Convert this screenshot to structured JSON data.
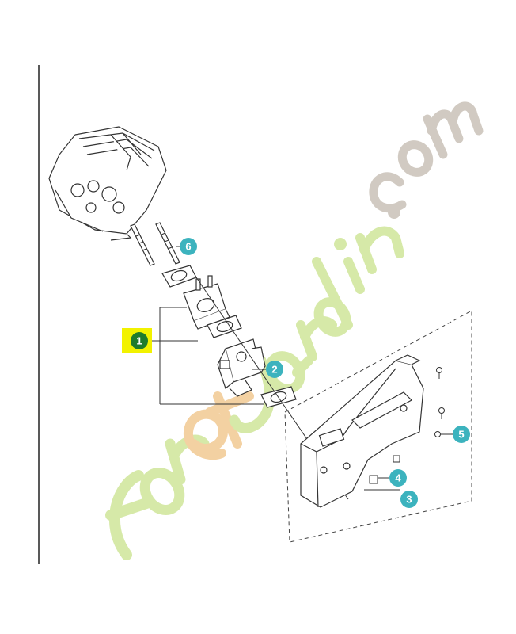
{
  "diagram": {
    "colors": {
      "callout_fill": "#3cb3be",
      "main_callout_fill": "#1e7b2c",
      "highlight": "#f2f200",
      "line": "#333333",
      "watermark_green": "#d4e8a4",
      "watermark_orange": "#f3cf9e",
      "watermark_gray": "#cfc8bf"
    },
    "callouts": [
      {
        "id": "callout-1",
        "label": "1"
      },
      {
        "id": "callout-2",
        "label": "2"
      },
      {
        "id": "callout-3",
        "label": "3"
      },
      {
        "id": "callout-4",
        "label": "4"
      },
      {
        "id": "callout-5",
        "label": "5"
      },
      {
        "id": "callout-6",
        "label": "6"
      }
    ],
    "watermark": "foretjardin.com"
  }
}
